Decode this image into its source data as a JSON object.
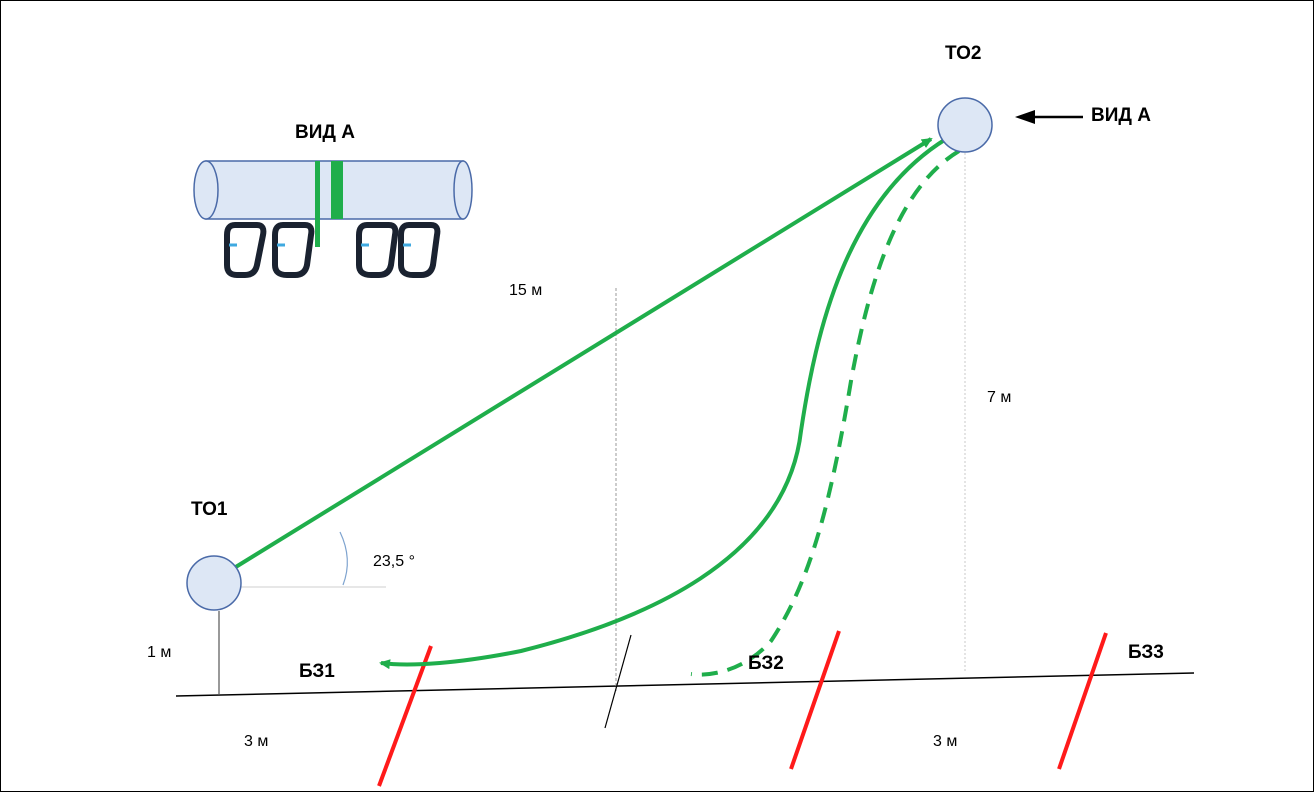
{
  "labels": {
    "to1": "ТО1",
    "to2": "ТО2",
    "view_a_arrow": "ВИД А",
    "view_a_inset": "ВИД А",
    "dist_15": "15 м",
    "dist_7": "7 м",
    "angle": "23,5 °",
    "dist_1": "1 м",
    "bz1": "БЗ1",
    "bz2": "БЗ2",
    "bz3": "БЗ3",
    "dist_3_left": "3 м",
    "dist_3_right": "3 м"
  },
  "colors": {
    "rope": "#1fae4b",
    "barrier": "#ff1a1a",
    "anchor_fill": "#dde7f5",
    "anchor_stroke": "#4a6aa8",
    "carabiner": "#1a2230",
    "carabiner_accent": "#3fa9e0",
    "guide": "#b8b8b8",
    "ground": "#000000"
  }
}
